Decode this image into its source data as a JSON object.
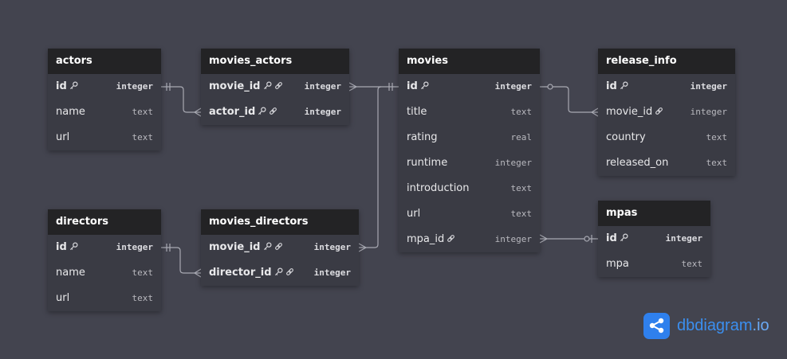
{
  "colors": {
    "canvas": "#43444f",
    "table_body": "#3a3b44",
    "table_header": "#232325",
    "connector": "#a8a9b2",
    "brand": "#2f80ed"
  },
  "icons": {
    "primary_key": "key-icon",
    "foreign_key": "link-icon",
    "brand": "share-network-icon"
  },
  "tables": {
    "actors": {
      "name": "actors",
      "fields": [
        {
          "name": "id",
          "type": "integer",
          "pk": true,
          "fk": false
        },
        {
          "name": "name",
          "type": "text",
          "pk": false,
          "fk": false
        },
        {
          "name": "url",
          "type": "text",
          "pk": false,
          "fk": false
        }
      ]
    },
    "movies_actors": {
      "name": "movies_actors",
      "fields": [
        {
          "name": "movie_id",
          "type": "integer",
          "pk": true,
          "fk": true
        },
        {
          "name": "actor_id",
          "type": "integer",
          "pk": true,
          "fk": true
        }
      ]
    },
    "movies": {
      "name": "movies",
      "fields": [
        {
          "name": "id",
          "type": "integer",
          "pk": true,
          "fk": false
        },
        {
          "name": "title",
          "type": "text",
          "pk": false,
          "fk": false
        },
        {
          "name": "rating",
          "type": "real",
          "pk": false,
          "fk": false
        },
        {
          "name": "runtime",
          "type": "integer",
          "pk": false,
          "fk": false
        },
        {
          "name": "introduction",
          "type": "text",
          "pk": false,
          "fk": false
        },
        {
          "name": "url",
          "type": "text",
          "pk": false,
          "fk": false
        },
        {
          "name": "mpa_id",
          "type": "integer",
          "pk": false,
          "fk": true
        }
      ]
    },
    "release_info": {
      "name": "release_info",
      "fields": [
        {
          "name": "id",
          "type": "integer",
          "pk": true,
          "fk": false
        },
        {
          "name": "movie_id",
          "type": "integer",
          "pk": false,
          "fk": true
        },
        {
          "name": "country",
          "type": "text",
          "pk": false,
          "fk": false
        },
        {
          "name": "released_on",
          "type": "text",
          "pk": false,
          "fk": false
        }
      ]
    },
    "directors": {
      "name": "directors",
      "fields": [
        {
          "name": "id",
          "type": "integer",
          "pk": true,
          "fk": false
        },
        {
          "name": "name",
          "type": "text",
          "pk": false,
          "fk": false
        },
        {
          "name": "url",
          "type": "text",
          "pk": false,
          "fk": false
        }
      ]
    },
    "movies_directors": {
      "name": "movies_directors",
      "fields": [
        {
          "name": "movie_id",
          "type": "integer",
          "pk": true,
          "fk": true
        },
        {
          "name": "director_id",
          "type": "integer",
          "pk": true,
          "fk": true
        }
      ]
    },
    "mpas": {
      "name": "mpas",
      "fields": [
        {
          "name": "id",
          "type": "integer",
          "pk": true,
          "fk": false
        },
        {
          "name": "mpa",
          "type": "text",
          "pk": false,
          "fk": false
        }
      ]
    }
  },
  "relationships": [
    {
      "from": "movies_actors.actor_id",
      "to": "actors.id",
      "from_end": "many",
      "to_end": "one"
    },
    {
      "from": "movies_actors.movie_id",
      "to": "movies.id",
      "from_end": "many",
      "to_end": "one"
    },
    {
      "from": "movies_directors.movie_id",
      "to": "movies.id",
      "from_end": "many",
      "to_end": "one"
    },
    {
      "from": "movies_directors.director_id",
      "to": "directors.id",
      "from_end": "many",
      "to_end": "one"
    },
    {
      "from": "release_info.movie_id",
      "to": "movies.id",
      "from_end": "many",
      "to_end": "zero-or-one"
    },
    {
      "from": "movies.mpa_id",
      "to": "mpas.id",
      "from_end": "many",
      "to_end": "zero-or-one"
    }
  ],
  "brand": {
    "name": "dbdiagram",
    "suffix": ".io"
  }
}
